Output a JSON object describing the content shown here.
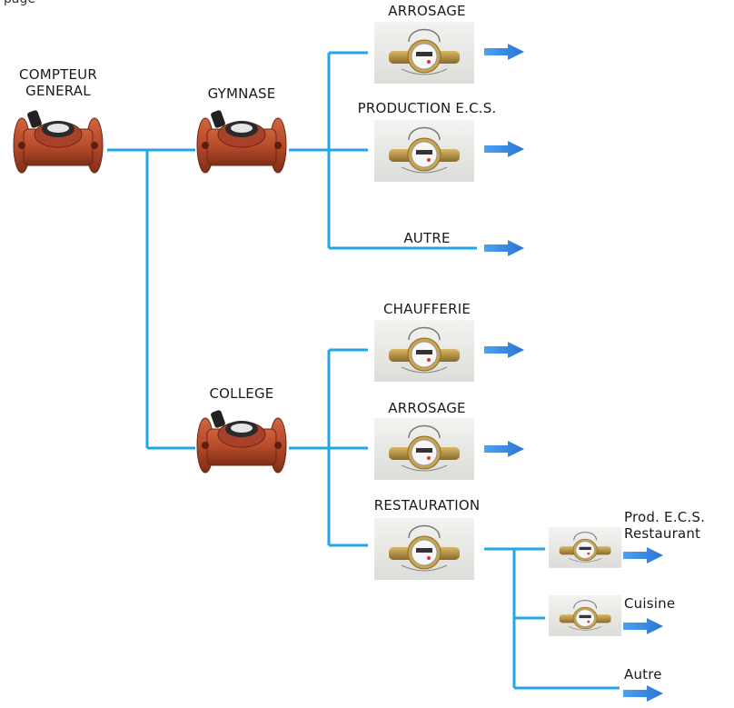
{
  "page_fragment": "page",
  "colors": {
    "line": "#22a6e6",
    "arrow": "#3a8fe8",
    "big_meter_body": "#b5492a",
    "big_meter_dark": "#7e2e17",
    "small_meter_brass": "#b08a3c",
    "meter_bg": "#e9e9e6"
  },
  "nodes": {
    "general": {
      "label_line1": "COMPTEUR",
      "label_line2": "GENERAL",
      "icon": "industrial-water-meter-icon"
    },
    "gymnase": {
      "label": "GYMNASE",
      "icon": "industrial-water-meter-icon"
    },
    "college": {
      "label": "COLLEGE",
      "icon": "industrial-water-meter-icon"
    }
  },
  "gymnase_branches": [
    {
      "label": "ARROSAGE",
      "has_meter": true
    },
    {
      "label": "PRODUCTION E.C.S.",
      "has_meter": true
    },
    {
      "label": "AUTRE",
      "has_meter": false
    }
  ],
  "college_branches": [
    {
      "label": "CHAUFFERIE",
      "has_meter": true
    },
    {
      "label": "ARROSAGE",
      "has_meter": true
    },
    {
      "label": "RESTAURATION",
      "has_meter": true
    }
  ],
  "restauration_branches": [
    {
      "label_line1": "Prod. E.C.S.",
      "label_line2": "Restaurant",
      "has_meter": true
    },
    {
      "label": "Cuisine",
      "has_meter": true
    },
    {
      "label": "Autre",
      "has_meter": false
    }
  ]
}
